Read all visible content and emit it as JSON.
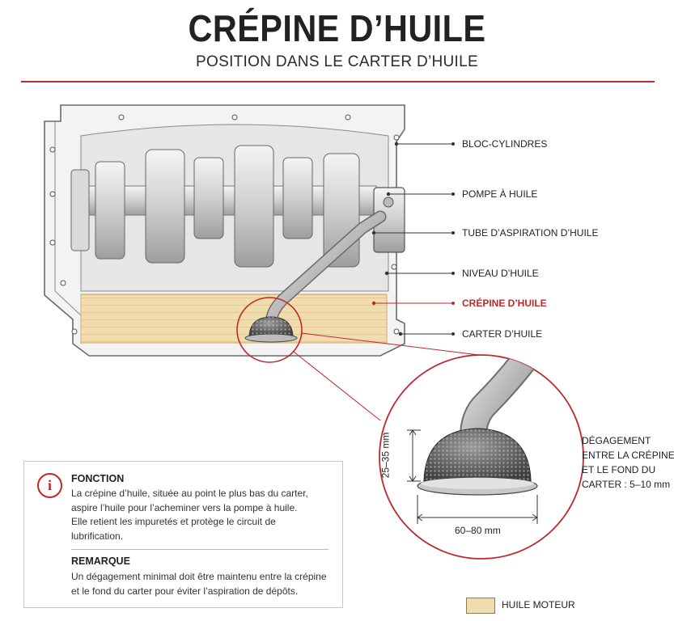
{
  "header": {
    "title": "CRÉPINE D’HUILE",
    "subtitle": "POSITION DANS LE CARTER D’HUILE"
  },
  "callouts": [
    {
      "key": "bloc",
      "label": "BLOC-CYLINDRES"
    },
    {
      "key": "pompe",
      "label": "POMPE À HUILE"
    },
    {
      "key": "tube",
      "label": "TUBE D’ASPIRATION D’HUILE"
    },
    {
      "key": "niveau",
      "label": "NIVEAU D’HUILE"
    },
    {
      "key": "crepine",
      "label": "CRÉPINE D’HUILE"
    },
    {
      "key": "carter",
      "label": "CARTER D’HUILE"
    }
  ],
  "detail": {
    "height_dim": "25–35 mm",
    "width_dim": "60–80 mm",
    "clearance_note": [
      "DÉGAGEMENT",
      "ENTRE LA CRÉPINE",
      "ET LE FOND DU",
      "CARTER : 5–10 mm"
    ]
  },
  "info": {
    "icon": "info-icon",
    "function_title": "FONCTION",
    "function_lines": [
      "La crépine d’huile, située au point le plus bas du carter,",
      "aspire l’huile pour l’acheminer vers la pompe à huile.",
      "Elle retient les impuretés et protège le circuit de",
      "lubrification."
    ],
    "note_title": "REMARQUE",
    "note_lines": [
      "Un dégagement minimal doit être maintenu entre la crépine",
      "et le fond du carter pour éviter l’aspiration de dépôts."
    ]
  },
  "legend": {
    "label": "HUILE MOTEUR",
    "swatch_color": "#f1dcae"
  },
  "colors": {
    "accent": "#c0282d",
    "oil": "#f1dcae"
  }
}
